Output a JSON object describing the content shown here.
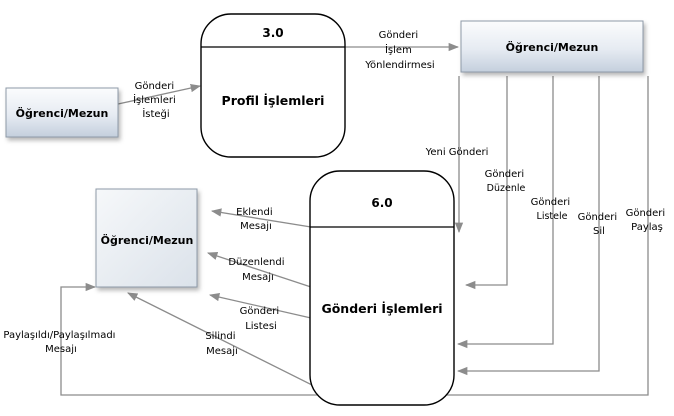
{
  "entities": {
    "left": "Öğrenci/Mezun",
    "top_right": "Öğrenci/Mezun",
    "mid_left": "Öğrenci/Mezun"
  },
  "processes": {
    "p3": {
      "id": "3.0",
      "name": "Profil İşlemleri"
    },
    "p6": {
      "id": "6.0",
      "name": "Gönderi İşlemleri"
    }
  },
  "flows": {
    "islem_istegi": [
      "Gönderi",
      "İşlemleri",
      "İsteği"
    ],
    "islem_yonlendirme": [
      "Gönderi",
      "İşlem",
      "Yönlendirmesi"
    ],
    "yeni_gonderi": [
      "Yeni Gönderi"
    ],
    "duzenle": [
      "Gönderi",
      "Düzenle"
    ],
    "listele": [
      "Gönderi",
      "Listele"
    ],
    "sil": [
      "Gönderi",
      "Sil"
    ],
    "paylas": [
      "Gönderi",
      "Paylaş"
    ],
    "eklendi": [
      "Eklendi",
      "Mesajı"
    ],
    "duzenlendi": [
      "Düzenlendi",
      "Mesajı"
    ],
    "listesi": [
      "Gönderi",
      "Listesi"
    ],
    "silindi": [
      "Silindi",
      "Mesajı"
    ],
    "paylasildi": [
      "Paylaşıldı/Paylaşılmadı",
      "Mesajı"
    ]
  }
}
